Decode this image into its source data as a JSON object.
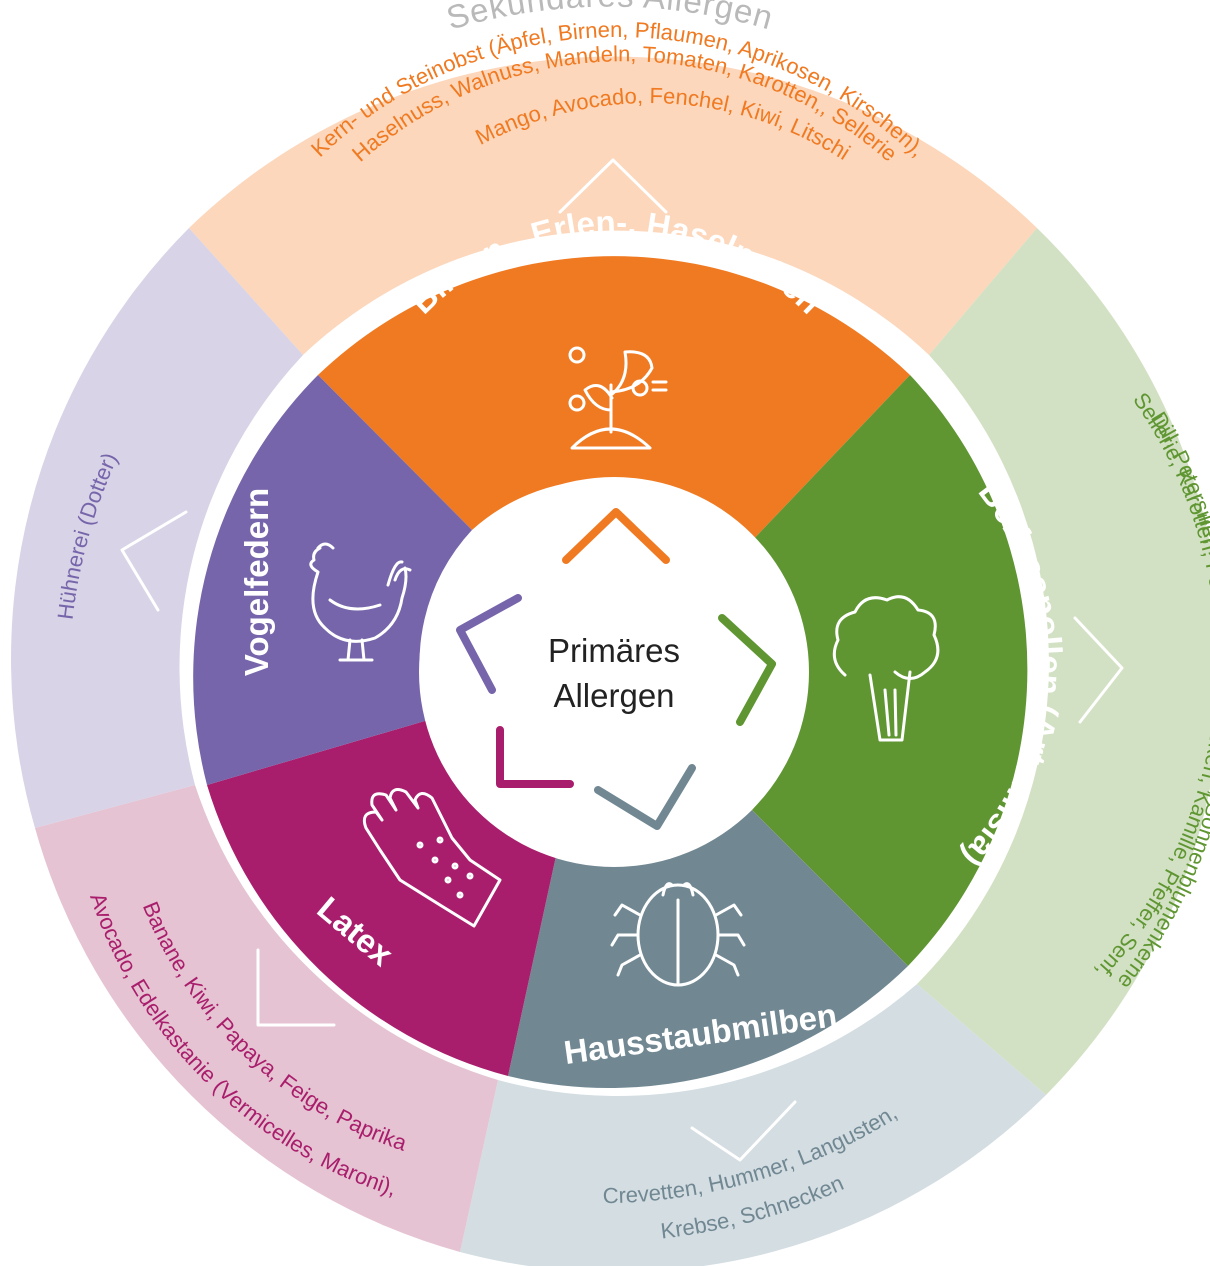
{
  "title": "Sekundäres Allergen",
  "center": {
    "line1": "Primäres",
    "line2": "Allergen"
  },
  "colors": {
    "birke": "#f07a22",
    "birke_light": "#fcd7bb",
    "beifuss": "#5f9632",
    "beifuss_light": "#d2e1c3",
    "milben": "#718893",
    "milben_light": "#d3dde2",
    "latex": "#a91e6c",
    "latex_light": "#e5c3d2",
    "feder": "#7665aa",
    "feder_light": "#d8d3e7",
    "title_gray": "#b9b9b9"
  },
  "segments": [
    {
      "key": "birke",
      "label": "Birken-, Erlen-, Haselpollen",
      "icon": "plant-sprout-pollen-icon",
      "secondary": [
        "Kern- und Steinobst (Äpfel, Birnen, Pflaumen, Aprikosen, Kirschen),",
        "Haselnuss, Walnuss, Mandeln, Tomaten, Karotten,, Sellerie",
        "Mango, Avocado, Fenchel, Kiwi, Litschi"
      ]
    },
    {
      "key": "beifuss",
      "label": "Beifusspollen (Artemisia)",
      "icon": "broccoli-celery-icon",
      "secondary": [
        "Sellerie, Karotten, Fenchel, Artischocken, Kamille, Pfeffer, Senf,",
        "Dill, Petersilie, Koriander, Kümmel, Anis, Sonnenblumenkerne"
      ]
    },
    {
      "key": "milben",
      "label": "Hausstaubmilben",
      "icon": "mite-bug-icon",
      "secondary": [
        "Crevetten, Hummer, Langusten,",
        "Krebse, Schnecken"
      ]
    },
    {
      "key": "latex",
      "label": "Latex",
      "icon": "glove-hand-icon",
      "secondary": [
        "Banane, Kiwi, Papaya, Feige, Paprika",
        "Avocado, Edelkastanie (Vermicelles, Maroni),"
      ]
    },
    {
      "key": "feder",
      "label": "Vogelfedern",
      "icon": "chicken-icon",
      "secondary": [
        "Hühnerei (Dotter)"
      ]
    }
  ]
}
